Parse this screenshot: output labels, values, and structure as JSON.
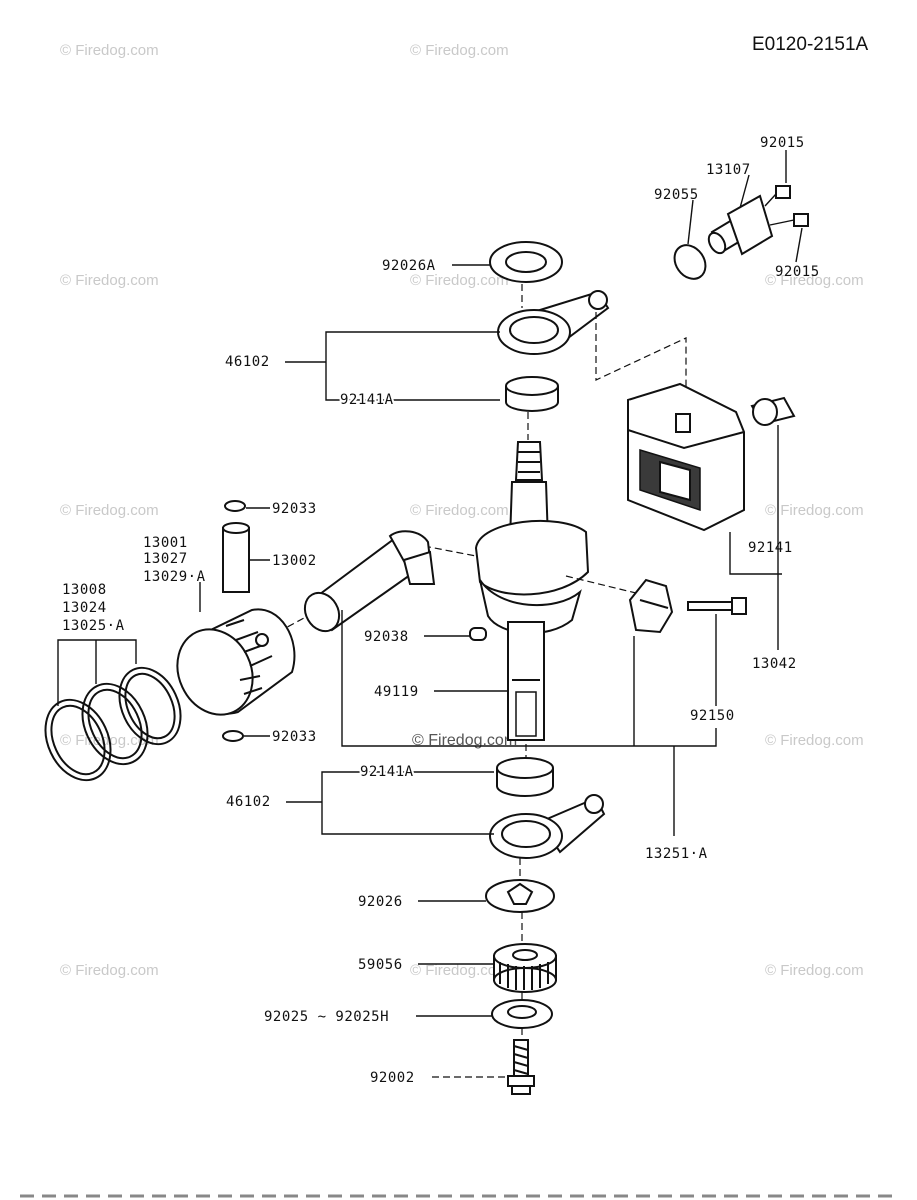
{
  "diagram_code": "E0120-2151A",
  "watermark": "© Firedog.com",
  "labels": {
    "p92015_top": "92015",
    "p13107": "13107",
    "p92055": "92055",
    "p92015_bot": "92015",
    "p92026A": "92026A",
    "p46102_top": "46102",
    "p92141A_top": "92141A",
    "p92033_top": "92033",
    "p13001": "13001",
    "p13027": "13027",
    "p13029A": "13029·A",
    "p13002": "13002",
    "p13008": "13008",
    "p13024": "13024",
    "p13025A": "13025·A",
    "p92141": "92141",
    "p92038": "92038",
    "p49119": "49119",
    "p13042": "13042",
    "p92150": "92150",
    "p92033_bot": "92033",
    "p92141A_bot": "92141A",
    "p46102_bot": "46102",
    "p13251A": "13251·A",
    "p92026": "92026",
    "p59056": "59056",
    "p92025": "92025 ~ 92025H",
    "p92002": "92002"
  }
}
